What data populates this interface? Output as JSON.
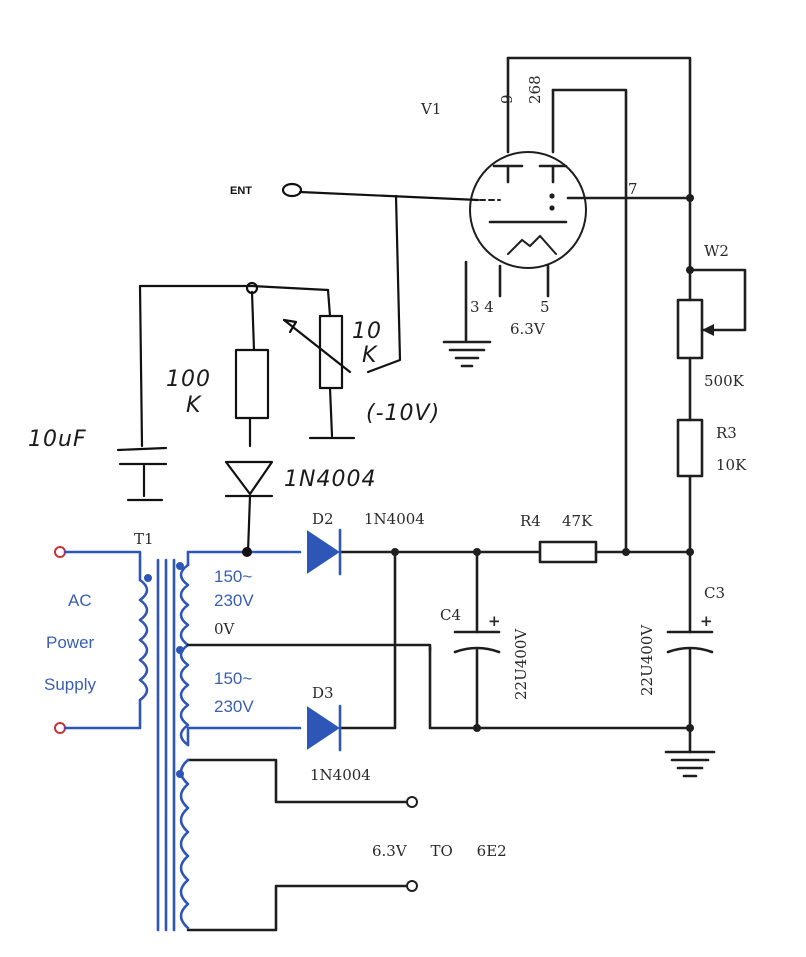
{
  "components": {
    "tube": {
      "ref": "V1",
      "pin_top_left": "9",
      "pin_top_right": "268",
      "pin_right": "7",
      "pins_bottom_left": "3 4",
      "pin_bottom_right": "5",
      "bottom_text": "6.3V"
    },
    "input": {
      "label": "ENT"
    },
    "pot": {
      "ref": "W2",
      "value": "500K"
    },
    "r3": {
      "ref": "R3",
      "value": "10K"
    },
    "r4": {
      "ref": "R4",
      "value": "47K"
    },
    "c3": {
      "ref": "C3",
      "value": "22U400V"
    },
    "c4": {
      "ref": "C4",
      "value": "22U400V"
    },
    "d2": {
      "ref": "D2",
      "value": "1N4004"
    },
    "d3": {
      "ref": "D3",
      "value": "1N4004"
    },
    "transformer": {
      "ref": "T1",
      "primary_label_1": "AC",
      "primary_label_2": "Power",
      "primary_label_3": "Supply",
      "sec1_line1": "150~",
      "sec1_line2": "230V",
      "center_tap": "0V",
      "sec2_line1": "150~",
      "sec2_line2": "230V",
      "heater_text": "6.3V     TO     6E2"
    }
  },
  "handwritten": {
    "cap": "10uF",
    "resistor_value_1": "100",
    "resistor_value_2": "K",
    "pot_value_1": "10",
    "pot_value_2": "K",
    "bias_voltage": "(-10V)",
    "diode": "1N4004"
  }
}
